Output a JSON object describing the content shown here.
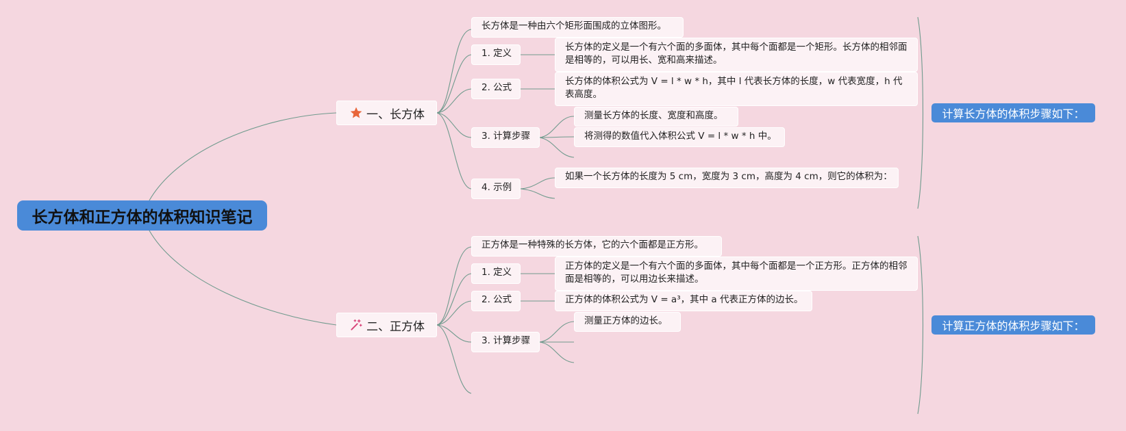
{
  "root": {
    "title": "长方体和正方体的体积知识笔记"
  },
  "branches": [
    {
      "label": "一、长方体",
      "icon": "star-icon",
      "intro": "长方体是一种由六个矩形面围成的立体图形。",
      "definition": {
        "label": "1. 定义",
        "text": "长方体的定义是一个有六个面的多面体，其中每个面都是一个矩形。长方体的相邻面是相等的，可以用长、宽和高来描述。"
      },
      "formula": {
        "label": "2. 公式",
        "text": "长方体的体积公式为 V = l * w * h，其中 l 代表长方体的长度，w 代表宽度，h 代表高度。"
      },
      "steps": {
        "label": "3. 计算步骤",
        "items": [
          "测量长方体的长度、宽度和高度。",
          "将测得的数值代入体积公式 V = l * w * h 中。"
        ]
      },
      "example": {
        "label": "4. 示例",
        "text": "如果一个长方体的长度为 5 cm，宽度为 3 cm，高度为 4 cm，则它的体积为："
      },
      "summary": "计算长方体的体积步骤如下："
    },
    {
      "label": "二、正方体",
      "icon": "magic-wand-icon",
      "intro": "正方体是一种特殊的长方体，它的六个面都是正方形。",
      "definition": {
        "label": "1. 定义",
        "text": "正方体的定义是一个有六个面的多面体，其中每个面都是一个正方形。正方体的相邻面是相等的，可以用边长来描述。"
      },
      "formula": {
        "label": "2. 公式",
        "text": "正方体的体积公式为 V = a³，其中 a 代表正方体的边长。"
      },
      "steps": {
        "label": "3. 计算步骤",
        "items": [
          "测量正方体的边长。"
        ]
      },
      "summary": "计算正方体的体积步骤如下："
    }
  ],
  "colors": {
    "background": "#f5d7e0",
    "accent": "#4a8ad8",
    "connector": "#6f9a8d",
    "star": "#e8663a",
    "wand": "#d9457a"
  }
}
